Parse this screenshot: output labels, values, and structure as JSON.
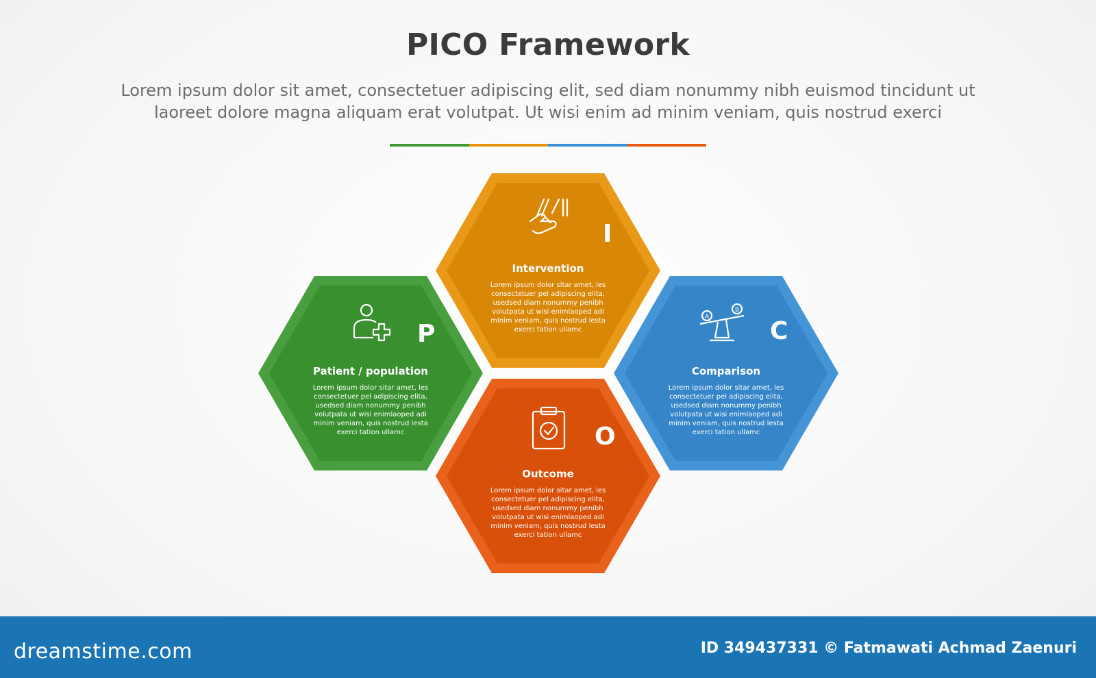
{
  "header": {
    "title": "PICO Framework",
    "subtitle_line1": "Lorem ipsum dolor sit amet, consectetuer adipiscing elit, sed diam nonummy nibh euismod tincidunt ut",
    "subtitle_line2": "laoreet dolore magna aliquam erat volutpat. Ut wisi enim ad minim veniam, quis nostrud exerci"
  },
  "colors": {
    "green": "#3f9a35",
    "orange": "#e8930c",
    "blue": "#3b8fd4",
    "red": "#e85a0f"
  },
  "hexagons": {
    "patient": {
      "letter": "P",
      "label": "Patient / population",
      "icon": "patient-plus-icon",
      "desc": "Lorem ipsum dolor sitar amet, les consectetuer pel adipiscing elita, usedsed diam nonummy penibh volutpata ut wisi enimlaoped adi minim veniam, quis nostrud lesta exerci tation ullamc"
    },
    "intervention": {
      "letter": "I",
      "label": "Intervention",
      "icon": "hand-blocks-icon",
      "desc": "Lorem ipsum dolor sitar amet, les consectetuer pel adipiscing elita, usedsed diam nonummy penibh volutpata ut wisi enimlaoped adi minim veniam, quis nostrud lesta exerci tation ullamc"
    },
    "comparison": {
      "letter": "C",
      "label": "Comparison",
      "icon": "seesaw-ab-icon",
      "desc": "Lorem ipsum dolor sitar amet, les consectetuer pel adipiscing elita, usedsed diam nonummy penibh volutpata ut wisi enimlaoped adi minim veniam, quis nostrud lesta exerci tation ullamc"
    },
    "outcome": {
      "letter": "O",
      "label": "Outcome",
      "icon": "clipboard-check-icon",
      "desc": "Lorem ipsum dolor sitar amet, les consectetuer pel adipiscing elita, usedsed diam nonummy penibh volutpata ut wisi enimlaoped adi minim veniam, quis nostrud lesta exerci tation ullamc"
    }
  },
  "footer": {
    "brand": "dreamstime.com",
    "credit": "ID 349437331 © Fatmawati  Achmad Zaenuri"
  }
}
